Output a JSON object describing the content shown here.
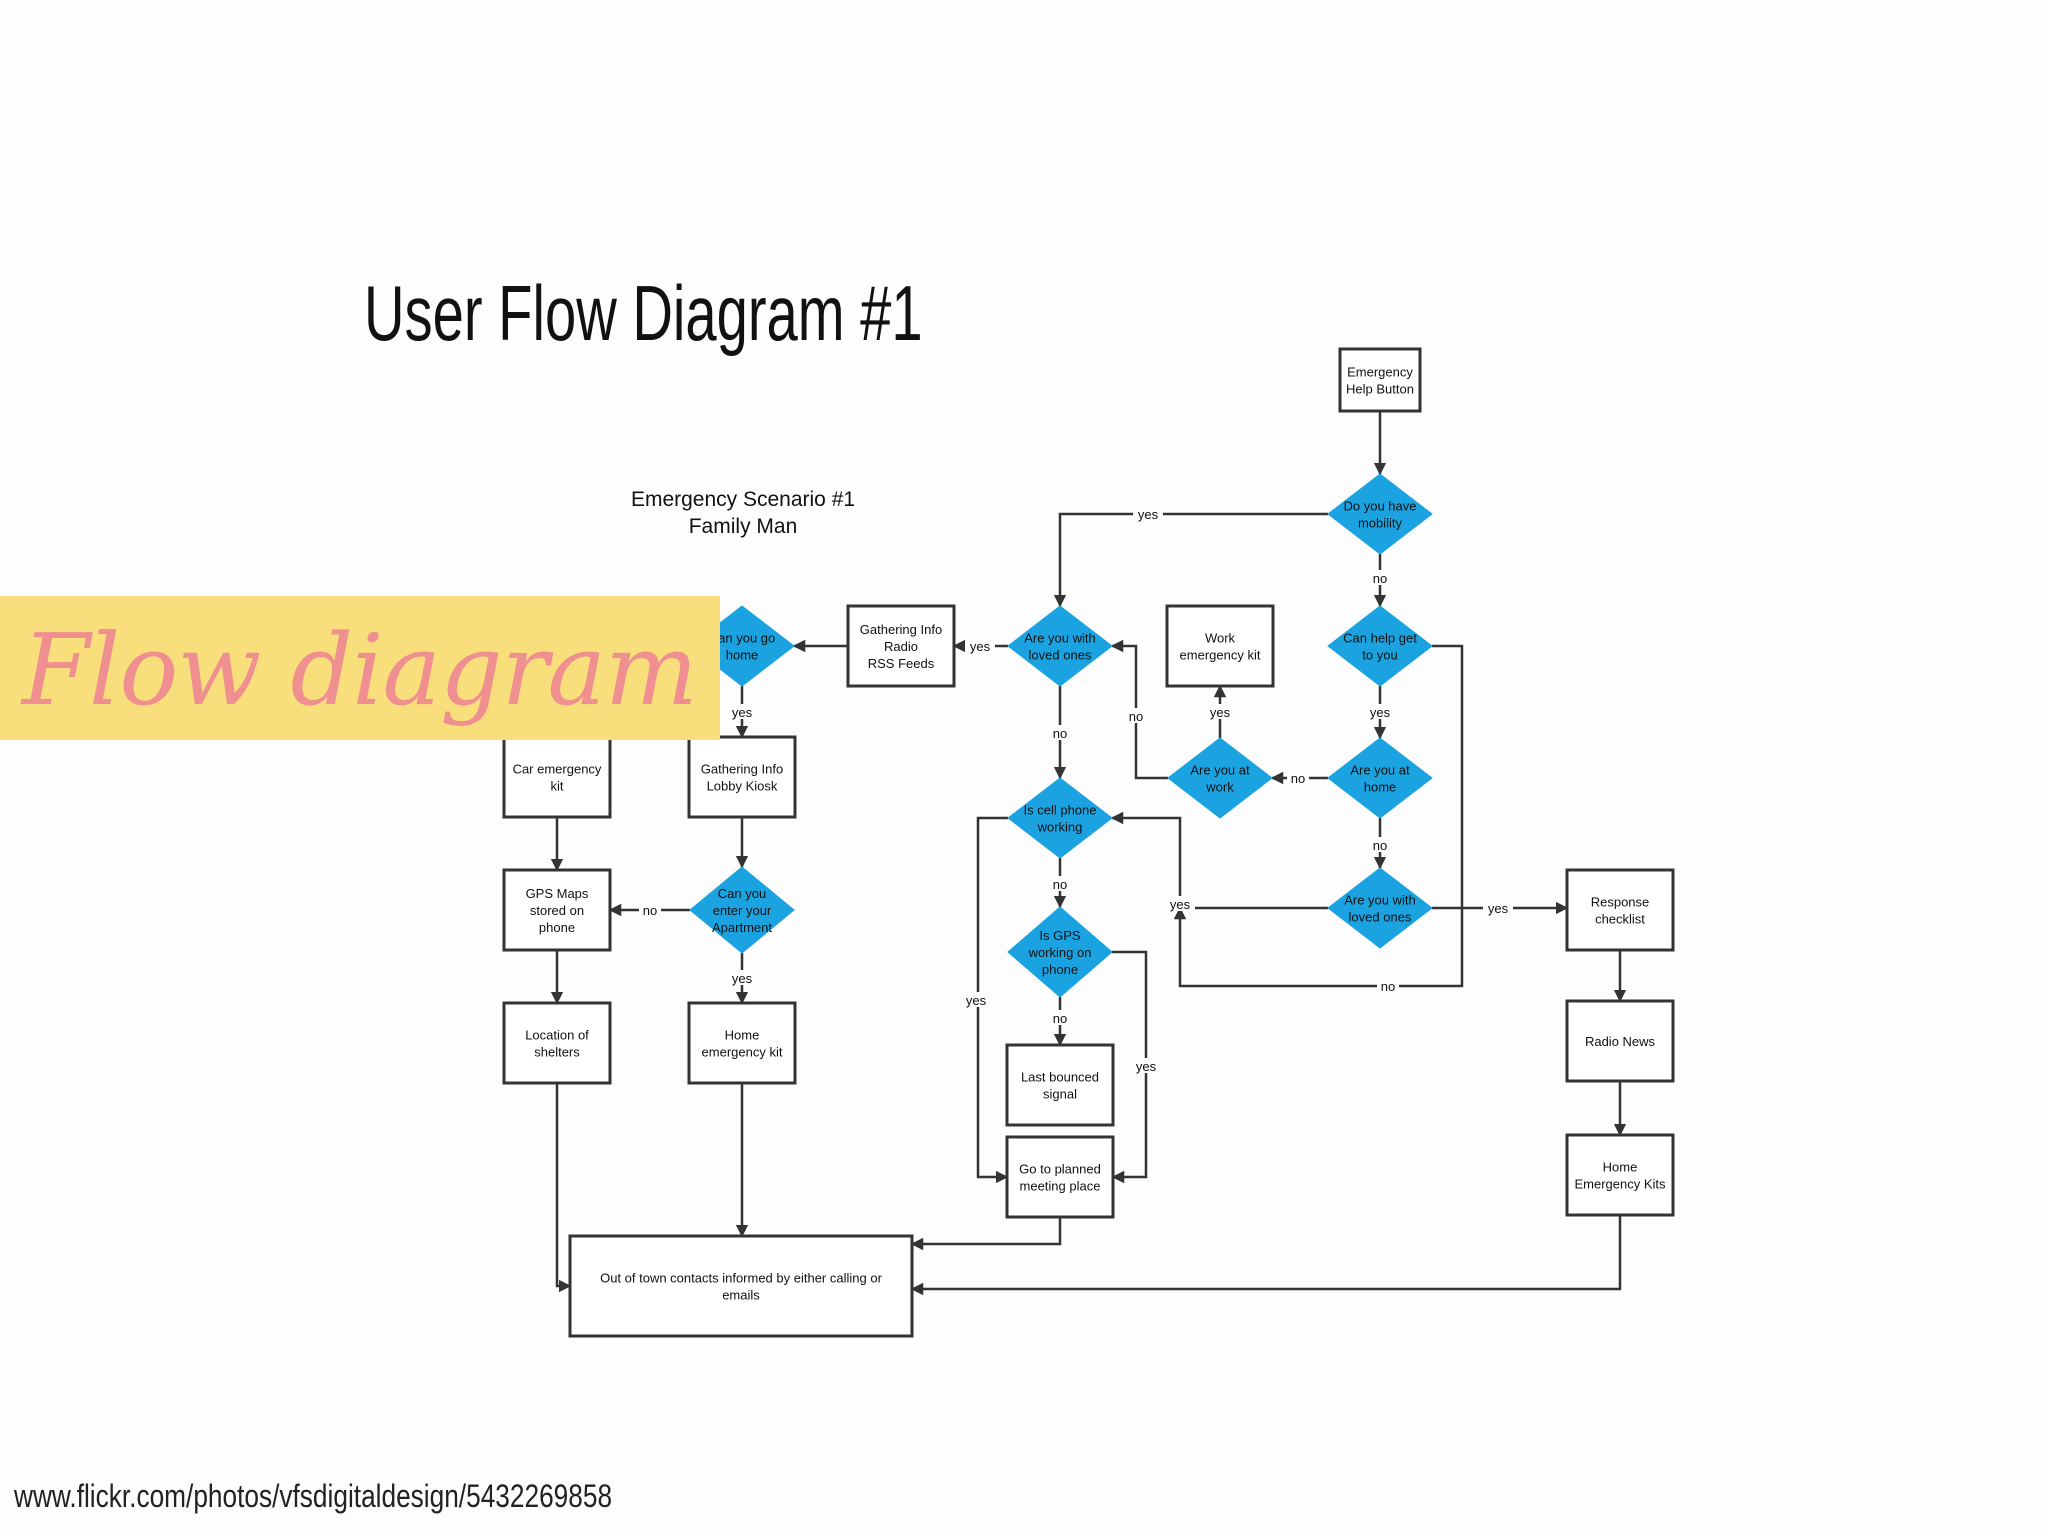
{
  "slide": {
    "title": "User Flow Diagram #1",
    "banner_text": "Flow diagram",
    "source_url": "www.flickr.com/photos/vfsdigitaldesign/5432269858"
  },
  "diagram": {
    "scenario_title": "Emergency Scenario #1",
    "scenario_subtitle": "Family Man",
    "colors": {
      "decision_fill": "#1aa3e0",
      "banner": "#f9df7c",
      "banner_text": "#f08f8f"
    },
    "nodes": [
      {
        "id": "help",
        "type": "box",
        "lines": [
          "Emergency",
          "Help Button"
        ]
      },
      {
        "id": "mobility",
        "type": "decision",
        "lines": [
          "Do you have",
          "mobility"
        ]
      },
      {
        "id": "canhelp",
        "type": "decision",
        "lines": [
          "Can help get",
          "to you"
        ]
      },
      {
        "id": "athome",
        "type": "decision",
        "lines": [
          "Are you at",
          "home"
        ]
      },
      {
        "id": "lovedB",
        "type": "decision",
        "lines": [
          "Are you with",
          "loved ones"
        ]
      },
      {
        "id": "response",
        "type": "box",
        "lines": [
          "Response",
          "checklist"
        ]
      },
      {
        "id": "radionews",
        "type": "box",
        "lines": [
          "Radio News"
        ]
      },
      {
        "id": "homekits",
        "type": "box",
        "lines": [
          "Home",
          "Emergency Kits"
        ]
      },
      {
        "id": "atwork",
        "type": "decision",
        "lines": [
          "Are you at",
          "work"
        ]
      },
      {
        "id": "workkit",
        "type": "box",
        "lines": [
          "Work",
          "emergency kit"
        ]
      },
      {
        "id": "lovedA",
        "type": "decision",
        "lines": [
          "Are you with",
          "loved ones"
        ]
      },
      {
        "id": "radio",
        "type": "box",
        "lines": [
          "Gathering Info",
          "Radio",
          "RSS Feeds"
        ]
      },
      {
        "id": "gohome",
        "type": "decision",
        "lines": [
          "Can you go",
          "home"
        ]
      },
      {
        "id": "cell",
        "type": "decision",
        "lines": [
          "Is cell phone",
          "working"
        ]
      },
      {
        "id": "gps",
        "type": "decision",
        "lines": [
          "Is GPS",
          "working on",
          "phone"
        ]
      },
      {
        "id": "lastsignal",
        "type": "box",
        "lines": [
          "Last bounced",
          "signal"
        ]
      },
      {
        "id": "meet",
        "type": "box",
        "lines": [
          "Go to planned",
          "meeting place"
        ]
      },
      {
        "id": "carkit",
        "type": "box",
        "lines": [
          "Car emergency",
          "kit"
        ]
      },
      {
        "id": "gpsmaps",
        "type": "box",
        "lines": [
          "GPS Maps",
          "stored on",
          "phone"
        ]
      },
      {
        "id": "shelters",
        "type": "box",
        "lines": [
          "Location of",
          "shelters"
        ]
      },
      {
        "id": "lobby",
        "type": "box",
        "lines": [
          "Gathering Info",
          "Lobby Kiosk"
        ]
      },
      {
        "id": "apartment",
        "type": "decision",
        "lines": [
          "Can you",
          "enter your",
          "Apartment"
        ]
      },
      {
        "id": "homekit",
        "type": "box",
        "lines": [
          "Home",
          "emergency kit"
        ]
      },
      {
        "id": "contacts",
        "type": "box",
        "lines": [
          "Out of town contacts informed by either calling or",
          "emails"
        ]
      }
    ],
    "edge_labels": [
      "yes",
      "no",
      "yes",
      "no",
      "yes",
      "yes",
      "no",
      "yes",
      "no",
      "no",
      "yes",
      "no",
      "no",
      "yes",
      "yes",
      "yes",
      "no",
      "yes",
      "no"
    ]
  }
}
